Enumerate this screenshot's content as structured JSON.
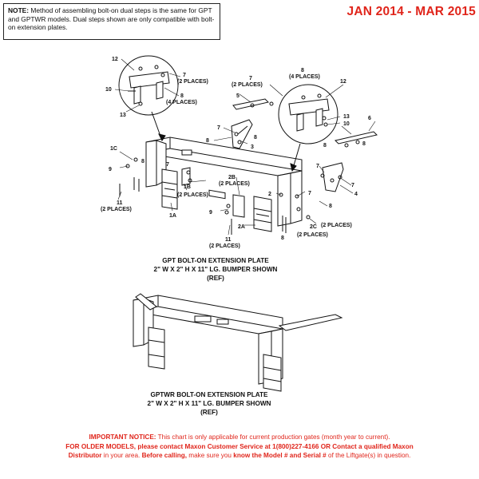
{
  "note": {
    "label": "NOTE:",
    "text": "Method of assembling bolt-on dual steps is the same for GPT and GPTWR models. Dual steps shown are only compatible with bolt-on extension plates."
  },
  "date_range": "JAN 2014 - MAR 2015",
  "callouts": {
    "c12a": "12",
    "c7a": "7",
    "c2pa": "(2 PLACES)",
    "c10a": "10",
    "c8a": "8",
    "c4pa": "(4 PLACES)",
    "c13a": "13",
    "c7b": "7",
    "c2pb": "(2 PLACES)",
    "c5": "5",
    "c8b": "8",
    "c4pb": "(4 PLACES)",
    "c12b": "12",
    "c6": "6",
    "c13b": "13",
    "c10b": "10",
    "c7c": "7",
    "c8c": "8",
    "c8d": "8",
    "c3": "3",
    "c8e": "8",
    "c1c": "1C",
    "c9a": "9",
    "c7d": "7",
    "c8f": "8",
    "c11a": "11",
    "c2pc": "(2 PLACES)",
    "c1b": "1B",
    "c2pd": "(2 PLACES)",
    "c1a": "1A",
    "c2b": "2B",
    "c2pe": "(2 PLACES)",
    "c9b": "9",
    "c2a": "2A",
    "c11b": "11",
    "c2pf": "(2 PLACES)",
    "c2": "2",
    "c7e": "7",
    "c7f": "7",
    "c7g": "7",
    "c4": "4",
    "c8g": "8",
    "c2pg": "(2 PLACES)",
    "c2c": "2C",
    "c2ph": "(2 PLACES)",
    "c8h": "8",
    "c8i": "8"
  },
  "caption_gpt": {
    "line1": "GPT BOLT-ON EXTENSION PLATE",
    "line2": "2\" W X 2\" H X 11\" LG. BUMPER SHOWN",
    "line3": "(REF)"
  },
  "caption_gptwr": {
    "line1": "GPTWR BOLT-ON EXTENSION PLATE",
    "line2": "2\" W X 2\" H X 11\" LG. BUMPER SHOWN",
    "line3": "(REF)"
  },
  "notice": {
    "heading": "IMPORTANT NOTICE:",
    "text1": "This chart is only applicable for current production gates (month year to current).",
    "older": "FOR OLDER MODELS, please contact Maxon Customer Service at 1(800)227-4166 OR Contact a qualified Maxon",
    "distributor": "Distributor",
    "text2": "in your area.",
    "before": "Before calling,",
    "text3": "make sure you",
    "know": "know the Model # and Serial #",
    "text4": "of the Liftgate(s) in question."
  }
}
